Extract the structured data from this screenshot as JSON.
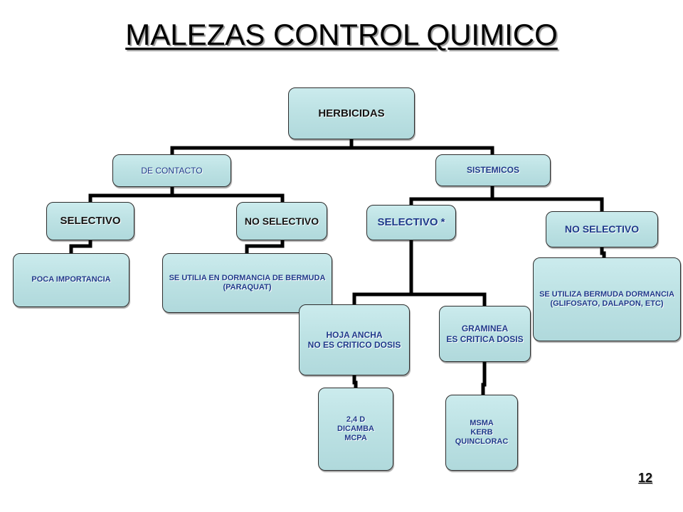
{
  "title": "MALEZAS CONTROL QUIMICO",
  "page_number": "12",
  "colors": {
    "box_fill": "#BDE2E4",
    "line": "#000000",
    "text_dark": "#141414",
    "text_navy": "#1E3A8A"
  },
  "nodes": {
    "root": [
      "HERBICIDAS"
    ],
    "contact": [
      "DE CONTACTO"
    ],
    "systemic": [
      "SISTEMICOS"
    ],
    "contact_selective": [
      "SELECTIVO"
    ],
    "contact_nonselective": [
      "NO SELECTIVO"
    ],
    "systemic_selective": [
      "SELECTIVO *"
    ],
    "systemic_nonselective": [
      "NO SELECTIVO"
    ],
    "contact_selective_note": [
      "POCA IMPORTANCIA"
    ],
    "contact_nonselective_note": [
      "SE UTILIA EN DORMANCIA DE BERMUDA",
      "(PARAQUAT)"
    ],
    "systemic_nonselective_note": [
      "SE UTILIZA BERMUDA DORMANCIA",
      "(GLIFOSATO, DALAPON, ETC)"
    ],
    "broadleaf": [
      "HOJA ANCHA",
      "NO ES CRITICO DOSIS"
    ],
    "grass": [
      "GRAMINEA",
      "ES CRITICA DOSIS"
    ],
    "broadleaf_products": [
      "2,4 D",
      "DICAMBA",
      "MCPA"
    ],
    "grass_products": [
      "MSMA",
      "KERB",
      "QUINCLORAC"
    ]
  }
}
